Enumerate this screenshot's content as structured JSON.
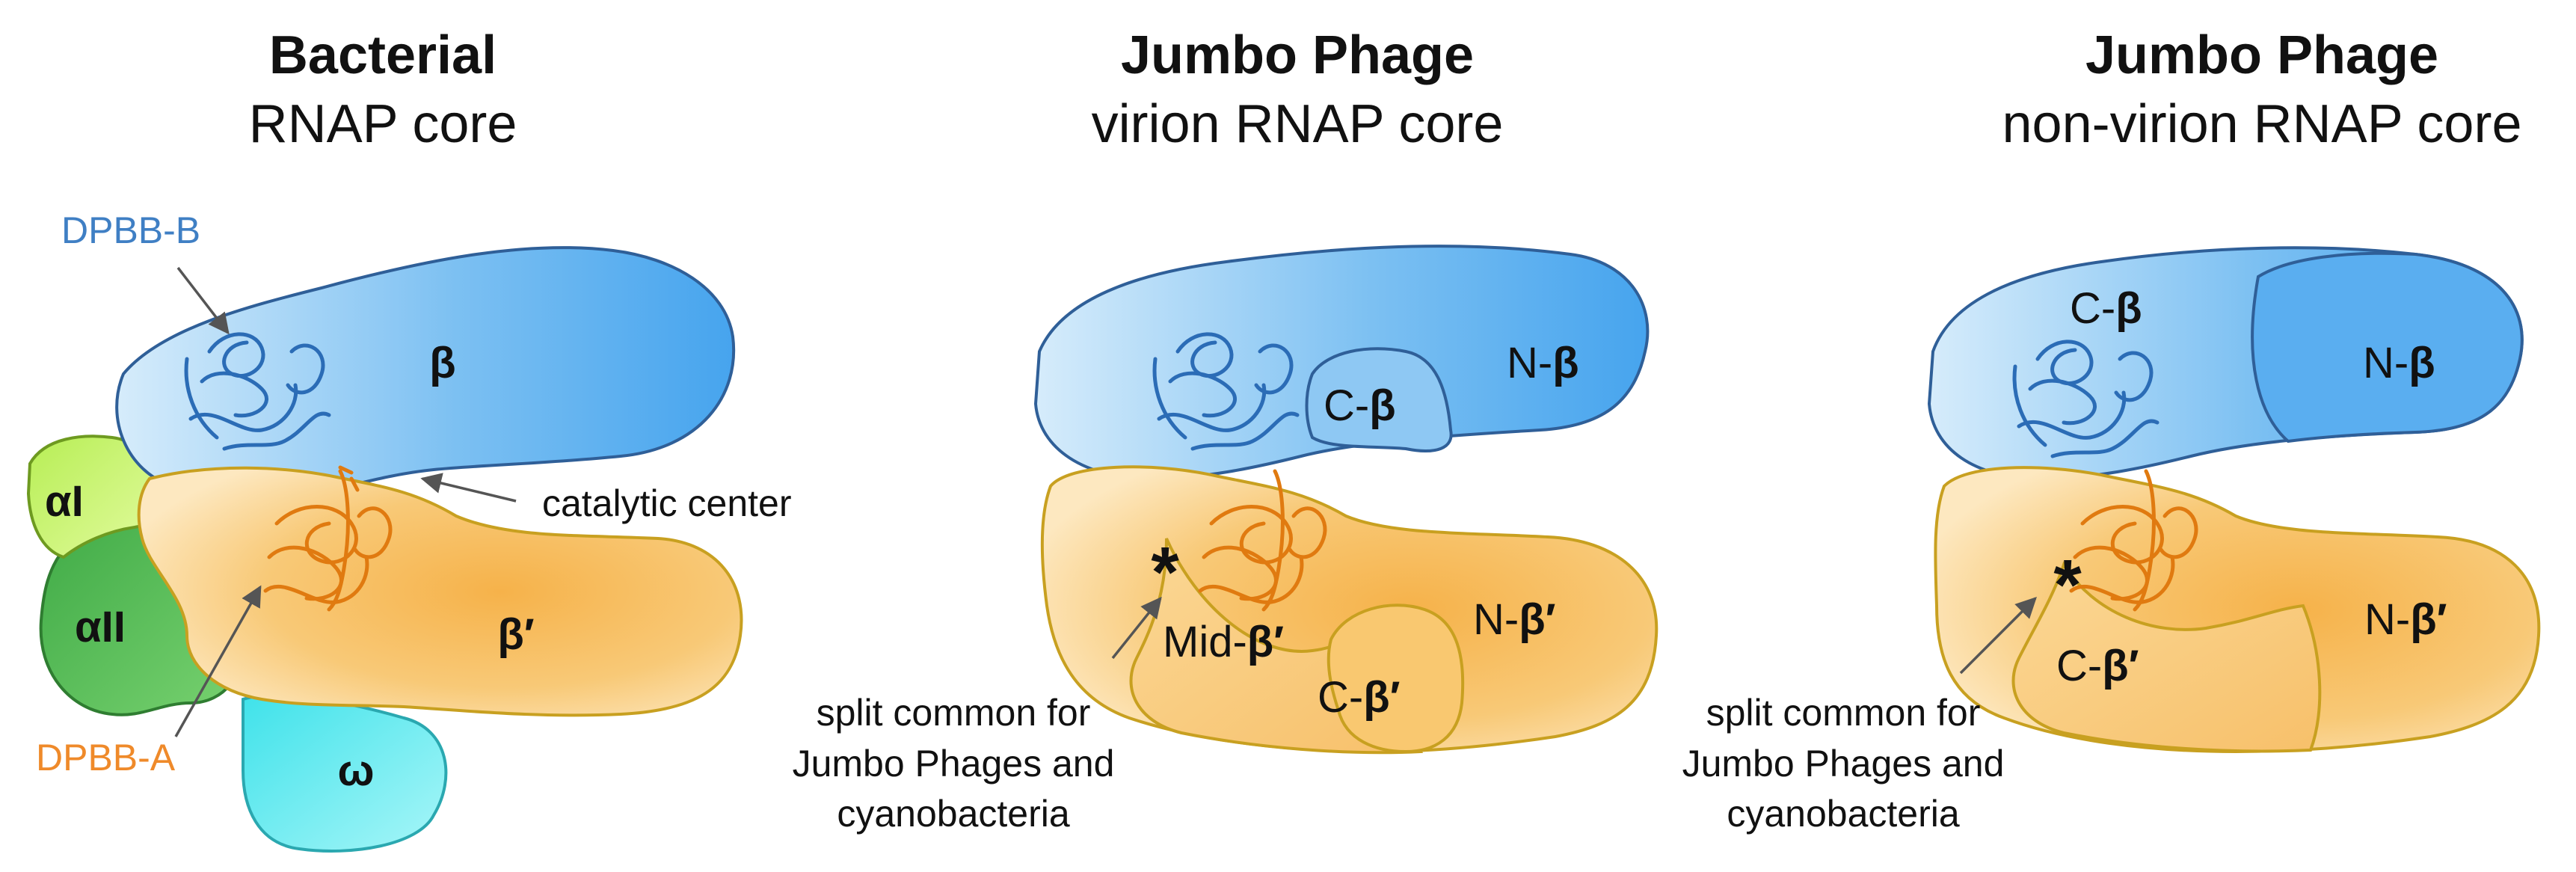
{
  "colors": {
    "beta_fill": "#5aaef0",
    "beta_prime_fill": "#f7c76a",
    "alpha_one_fill": "#c8f06a",
    "alpha_two_fill": "#5bc45b",
    "omega_fill": "#5ee8ec",
    "dpbb_b_text": "#3f7fc4",
    "dpbb_a_text": "#ef8a2a"
  },
  "icons": [
    "dpbb-b-protein-icon",
    "dpbb-a-protein-icon",
    "pointer-arrow-icon"
  ],
  "panels": [
    {
      "title_bold": "Bacterial",
      "title_sub": "RNAP core",
      "labels": {
        "dpbb_b": "DPBB-B",
        "dpbb_a": "DPBB-A",
        "beta": "β",
        "beta_prime": "β′",
        "alpha_one": "αI",
        "alpha_two": "αII",
        "omega": "ω",
        "catalytic": "catalytic center"
      }
    },
    {
      "title_bold": "Jumbo Phage",
      "title_sub": "virion RNAP core",
      "labels": {
        "n_beta_prefix": "N-",
        "n_beta_greek": "β",
        "c_beta_prefix": "C-",
        "c_beta_greek": "β",
        "n_beta_prime_prefix": "N-",
        "n_beta_prime_greek": "β′",
        "mid_beta_prime_prefix": "Mid-",
        "mid_beta_prime_greek": "β′",
        "c_beta_prime_prefix": "C-",
        "c_beta_prime_greek": "β′",
        "star": "*",
        "split_note": [
          "split common for",
          "Jumbo Phages and",
          "cyanobacteria"
        ]
      }
    },
    {
      "title_bold": "Jumbo Phage",
      "title_sub": "non-virion RNAP core",
      "labels": {
        "c_beta_prefix": "C-",
        "c_beta_greek": "β",
        "n_beta_prefix": "N-",
        "n_beta_greek": "β",
        "c_beta_prime_prefix": "C-",
        "c_beta_prime_greek": "β′",
        "n_beta_prime_prefix": "N-",
        "n_beta_prime_greek": "β′",
        "star": "*",
        "split_note": [
          "split common for",
          "Jumbo Phages and",
          "cyanobacteria"
        ]
      }
    }
  ]
}
